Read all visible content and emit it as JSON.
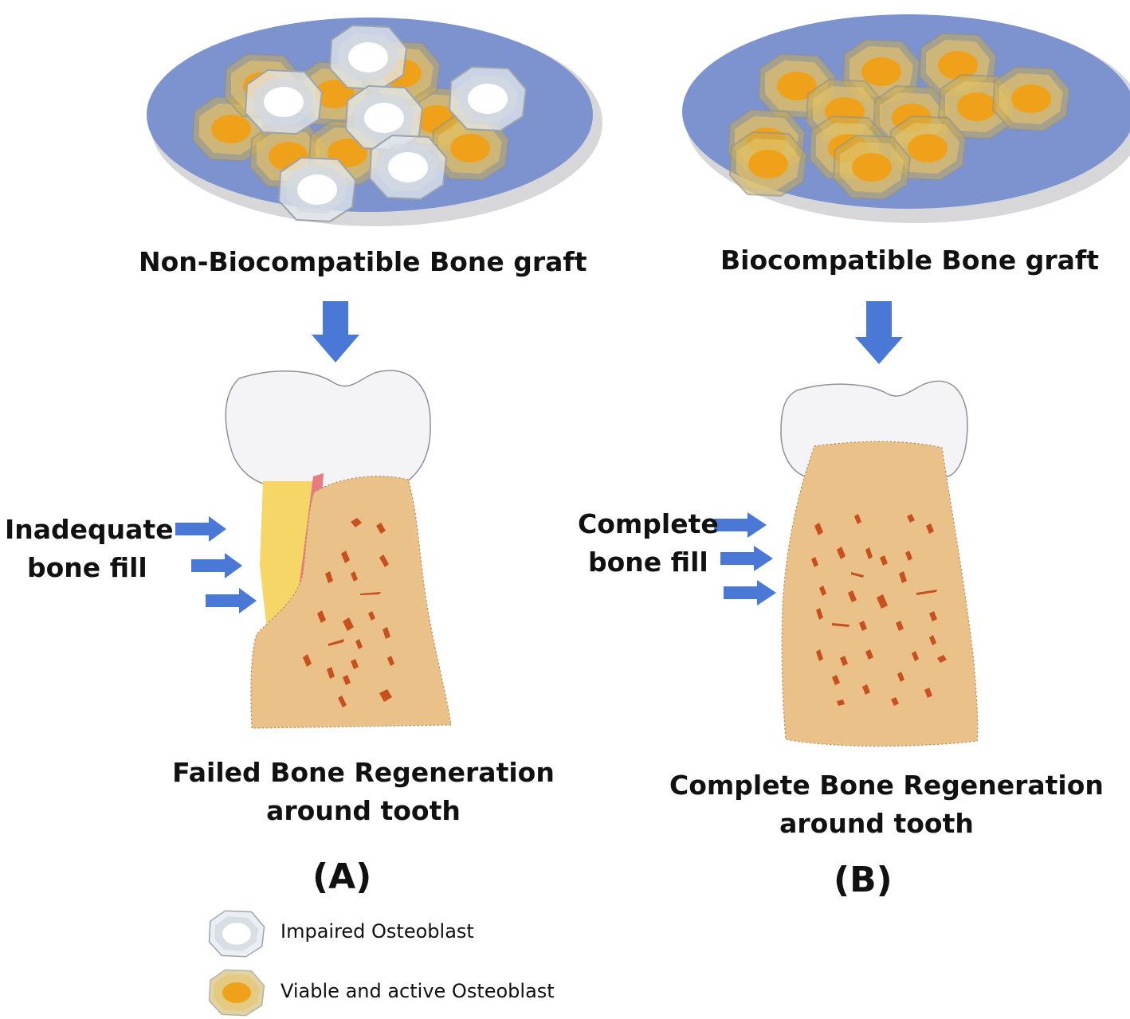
{
  "panel_a": {
    "graft_title": "Non-Biocompatible Bone graft",
    "side_label_line1": "Inadequate",
    "side_label_line2": "bone fill",
    "result_line1": "Failed Bone Regeneration",
    "result_line2": "around tooth",
    "panel_letter": "(A)"
  },
  "panel_b": {
    "graft_title": "Biocompatible Bone graft",
    "side_label_line1": "Complete",
    "side_label_line2": "bone fill",
    "result_line1": "Complete Bone Regeneration",
    "result_line2": "around tooth",
    "panel_letter": "(B)"
  },
  "legend": {
    "impaired": "Impaired Osteoblast",
    "viable": "Viable and active Osteoblast"
  },
  "colors": {
    "dish": "#7c93cf",
    "dish_rim": "#d8d8d8",
    "arrow": "#4a78d6",
    "bone": "#e9c189",
    "bone_spots": "#c8501e",
    "tooth": "#f4f4f6",
    "inadequate_fill": "#f6d667",
    "gingiva": "#e77b80",
    "viable_core": "#f0a11a",
    "impaired_core": "#ffffff"
  }
}
